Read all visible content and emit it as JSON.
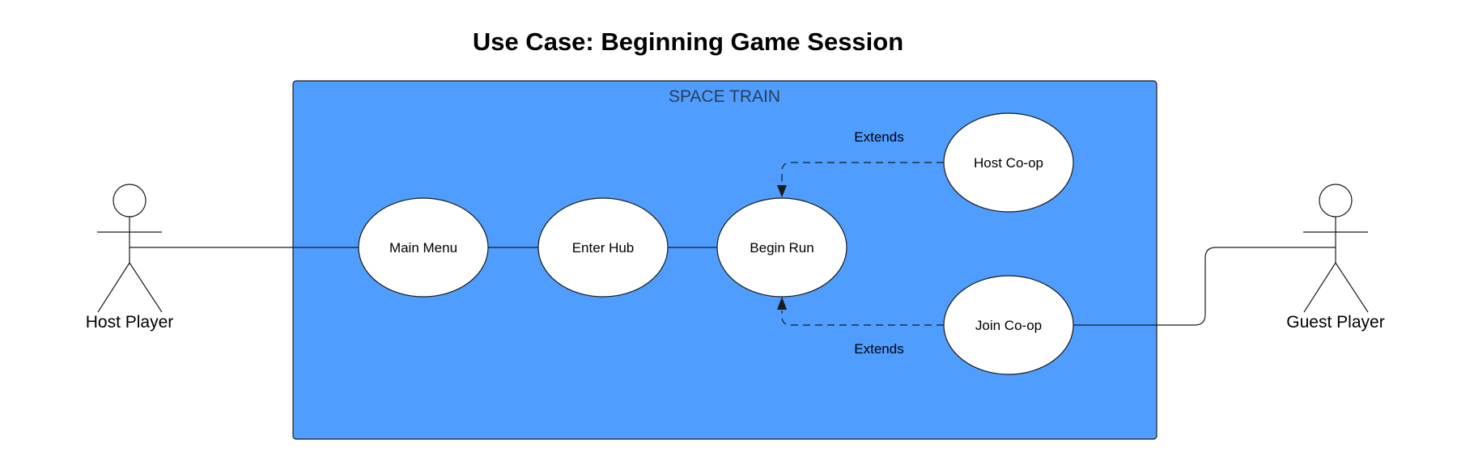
{
  "title": "Use Case: Beginning Game Session",
  "system": {
    "label": "SPACE TRAIN",
    "color": "#4f9dff"
  },
  "actors": {
    "host": {
      "label": "Host Player"
    },
    "guest": {
      "label": "Guest Player"
    }
  },
  "use_cases": {
    "main_menu": "Main Menu",
    "enter_hub": "Enter Hub",
    "begin_run": "Begin Run",
    "host_coop": "Host Co-op",
    "join_coop": "Join Co-op"
  },
  "relations": {
    "extend_top": "Extends",
    "extend_bottom": "Extends"
  }
}
